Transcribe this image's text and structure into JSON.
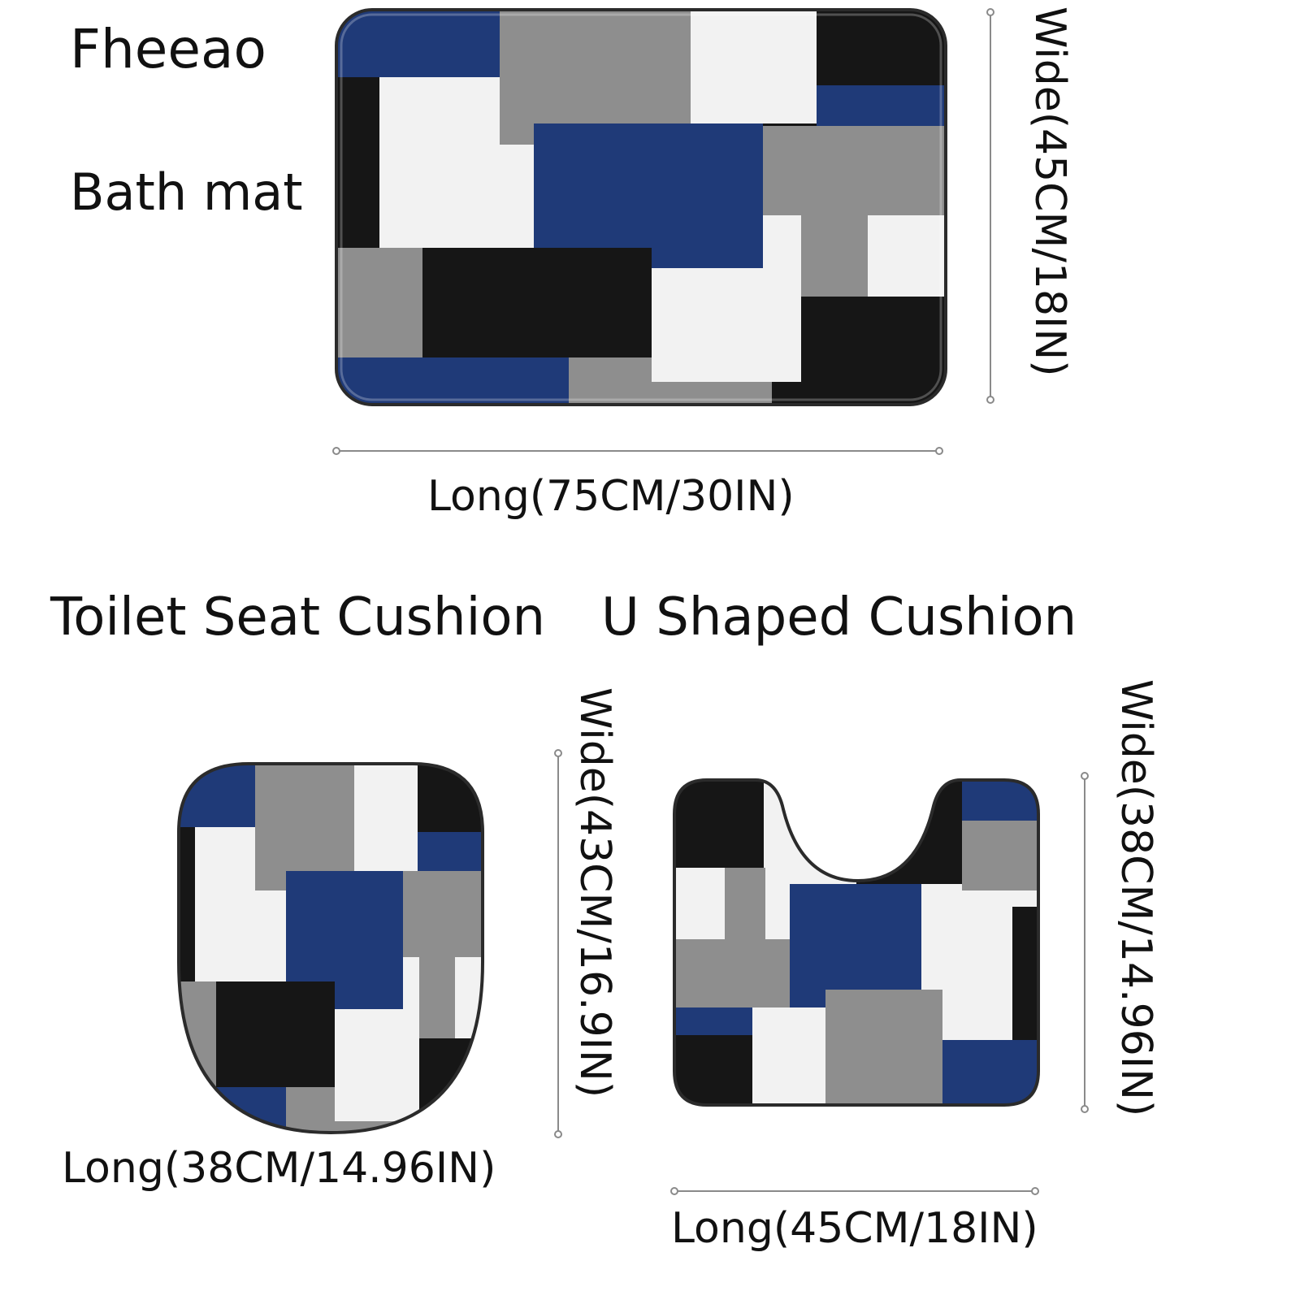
{
  "brand": "Fheeao",
  "products": {
    "bath_mat": {
      "name": "Bath mat",
      "long": "Long(75CM/30IN)",
      "wide": "Wide(45CM/18IN)"
    },
    "toilet_seat_cushion": {
      "name": "Toilet Seat Cushion",
      "long": "Long(38CM/14.96IN)",
      "wide": "Wide(43CM/16.9IN)"
    },
    "u_shaped_cushion": {
      "name": "U Shaped Cushion",
      "long": "Long(45CM/18IN)",
      "wide": "Wide(38CM/14.96IN)"
    }
  },
  "colors": {
    "navy": "#1f3a78",
    "gray": "#8e8e8e",
    "white": "#f2f2f2",
    "black": "#161616"
  }
}
